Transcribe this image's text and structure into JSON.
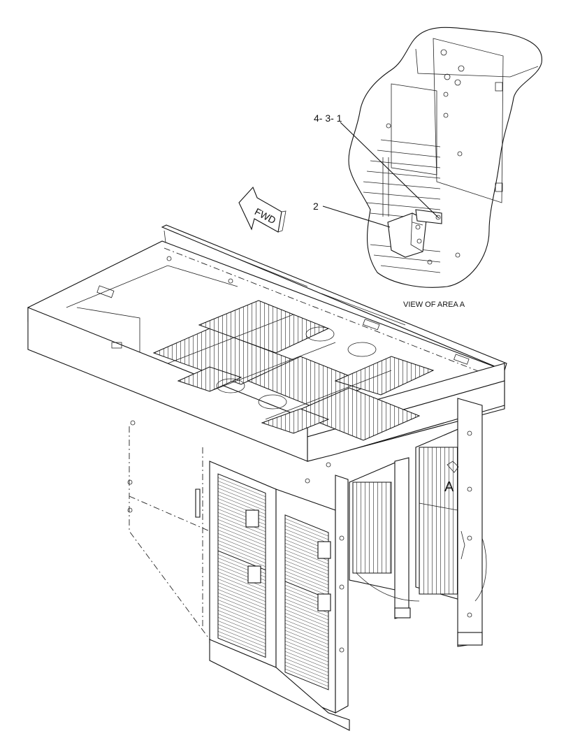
{
  "labels": {
    "callout_item_4_3_1": "4- 3- 1",
    "callout_item_2": "2",
    "fwd_arrow": "FWD",
    "view_title": "VIEW OF AREA A",
    "area_marker": "A"
  },
  "colors": {
    "line": "#111111",
    "background": "#ffffff"
  }
}
